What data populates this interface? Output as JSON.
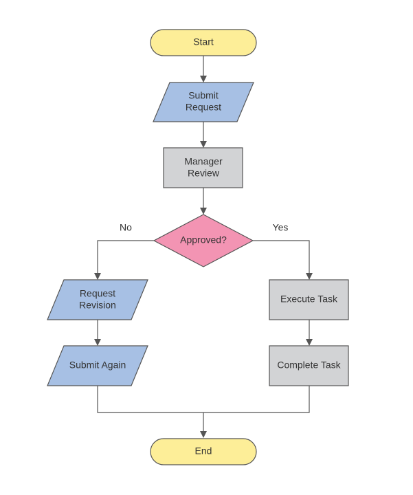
{
  "colors": {
    "terminator": "#fdee98",
    "io": "#a7c0e4",
    "process": "#d2d3d5",
    "decision": "#f394b3",
    "line": "#555555",
    "text": "#333333"
  },
  "nodes": {
    "start": {
      "label": "Start",
      "shape": "terminator"
    },
    "submit_request": {
      "line1": "Submit",
      "line2": "Request",
      "shape": "parallelogram"
    },
    "manager_review": {
      "line1": "Manager",
      "line2": "Review",
      "shape": "rectangle"
    },
    "approved": {
      "label": "Approved?",
      "shape": "diamond"
    },
    "request_revision": {
      "line1": "Request",
      "line2": "Revision",
      "shape": "parallelogram"
    },
    "submit_again": {
      "label": "Submit Again",
      "shape": "parallelogram"
    },
    "execute_task": {
      "label": "Execute Task",
      "shape": "rectangle"
    },
    "complete_task": {
      "label": "Complete Task",
      "shape": "rectangle"
    },
    "end": {
      "label": "End",
      "shape": "terminator"
    }
  },
  "edges": {
    "no_label": "No",
    "yes_label": "Yes"
  }
}
